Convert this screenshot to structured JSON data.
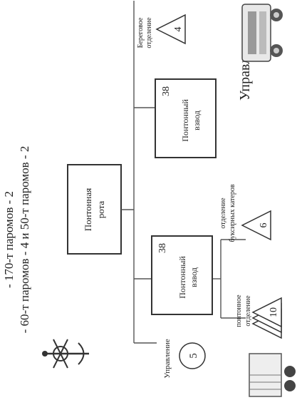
{
  "header": {
    "line1": "- 170-т паромов - 2",
    "line2": "- 60-т паромов - 4 и 50-т паромов - 2"
  },
  "org_chart": {
    "root": {
      "label_line1": "Понтонная",
      "label_line2": "рота"
    },
    "platoon_left": {
      "label_line1": "Понтонный",
      "label_line2": "взвод",
      "count": "38"
    },
    "platoon_right": {
      "label_line1": "Понтонный",
      "label_line2": "взвод",
      "count": "38"
    },
    "management": {
      "label": "Управление",
      "count": "5"
    },
    "pontoon_section": {
      "label_line1": "понтонное",
      "label_line2": "отделение",
      "count": "10"
    },
    "towboat_section": {
      "label_line1": "отделение",
      "label_line2": "буксирных катеров",
      "count": "6"
    },
    "shore_section": {
      "label_line1": "Береговое",
      "label_line2": "отделение",
      "count": "4"
    }
  },
  "footer": {
    "management_label": "Управление"
  },
  "icons": [
    "emblem-icon",
    "boat-icon",
    "truck-icon"
  ]
}
